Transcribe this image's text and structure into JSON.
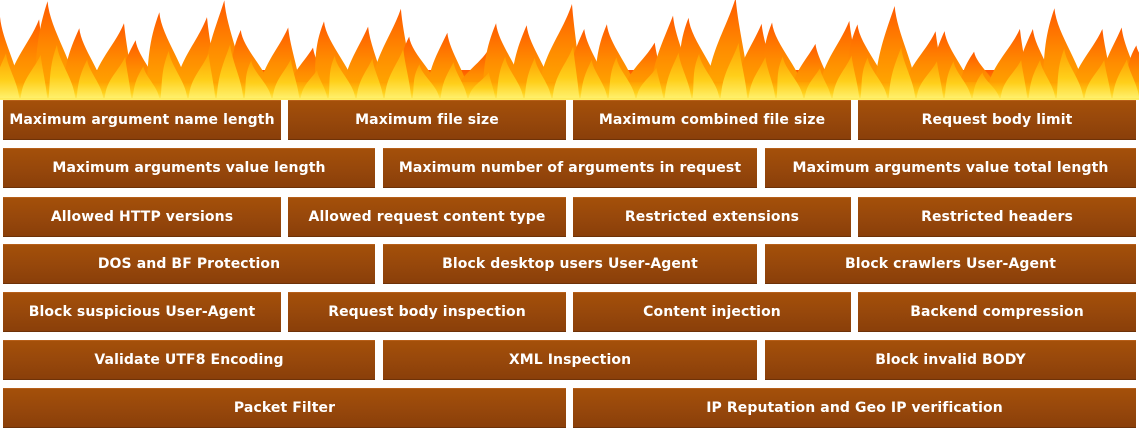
{
  "wall": {
    "rows": [
      [
        "Maximum argument name length",
        "Maximum file size",
        "Maximum combined file size",
        "Request body limit"
      ],
      [
        "Maximum arguments value length",
        "Maximum number of arguments in request",
        "Maximum arguments value total length"
      ],
      [
        "Allowed HTTP versions",
        "Allowed request content type",
        "Restricted extensions",
        "Restricted headers"
      ],
      [
        "DOS and BF Protection",
        "Block desktop users User-Agent",
        "Block crawlers User-Agent"
      ],
      [
        "Block suspicious User-Agent",
        "Request body inspection",
        "Content injection",
        "Backend compression"
      ],
      [
        "Validate UTF8 Encoding",
        "XML Inspection",
        "Block invalid BODY"
      ],
      [
        "Packet Filter",
        "IP Reputation and Geo IP verification"
      ]
    ]
  },
  "colors": {
    "brick": "#96470b",
    "flame_outer": "#ff8a00",
    "flame_inner": "#ffd21a"
  },
  "icons": {
    "header": "flames-icon"
  }
}
